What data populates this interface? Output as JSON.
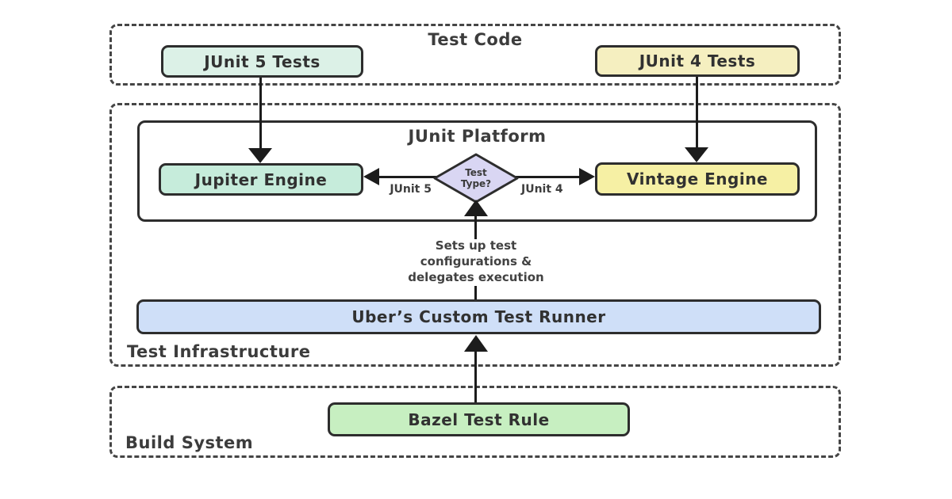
{
  "diagram": {
    "groups": {
      "test_code": {
        "label": "Test Code"
      },
      "test_infrastructure": {
        "label": "Test Infrastructure"
      },
      "build_system": {
        "label": "Build System"
      }
    },
    "platform": {
      "label": "JUnit Platform"
    },
    "nodes": {
      "junit5_tests": {
        "label": "JUnit 5 Tests"
      },
      "junit4_tests": {
        "label": "JUnit 4 Tests"
      },
      "jupiter_engine": {
        "label": "Jupiter Engine"
      },
      "vintage_engine": {
        "label": "Vintage Engine"
      },
      "test_type": {
        "line1": "Test",
        "line2": "Type?"
      },
      "uber_runner": {
        "label": "Uber’s Custom Test Runner"
      },
      "bazel_rule": {
        "label": "Bazel Test Rule"
      }
    },
    "edge_labels": {
      "junit5": "JUnit 5",
      "junit4": "JUnit 4"
    },
    "annotation": {
      "line1": "Sets up test",
      "line2": "configurations &",
      "line3": "delegates execution"
    },
    "colors": {
      "junit5_tests_fill": "#dcf1e7",
      "junit4_tests_fill": "#f5efc0",
      "jupiter_engine_fill": "#c6ecdb",
      "vintage_engine_fill": "#f6f0a4",
      "test_type_fill": "#d9d6f3",
      "uber_runner_fill": "#cfdff8",
      "bazel_rule_fill": "#c7efc1",
      "arrow": "#1c1c1c",
      "node_border": "#2d2d2d",
      "group_border": "#454545"
    }
  }
}
